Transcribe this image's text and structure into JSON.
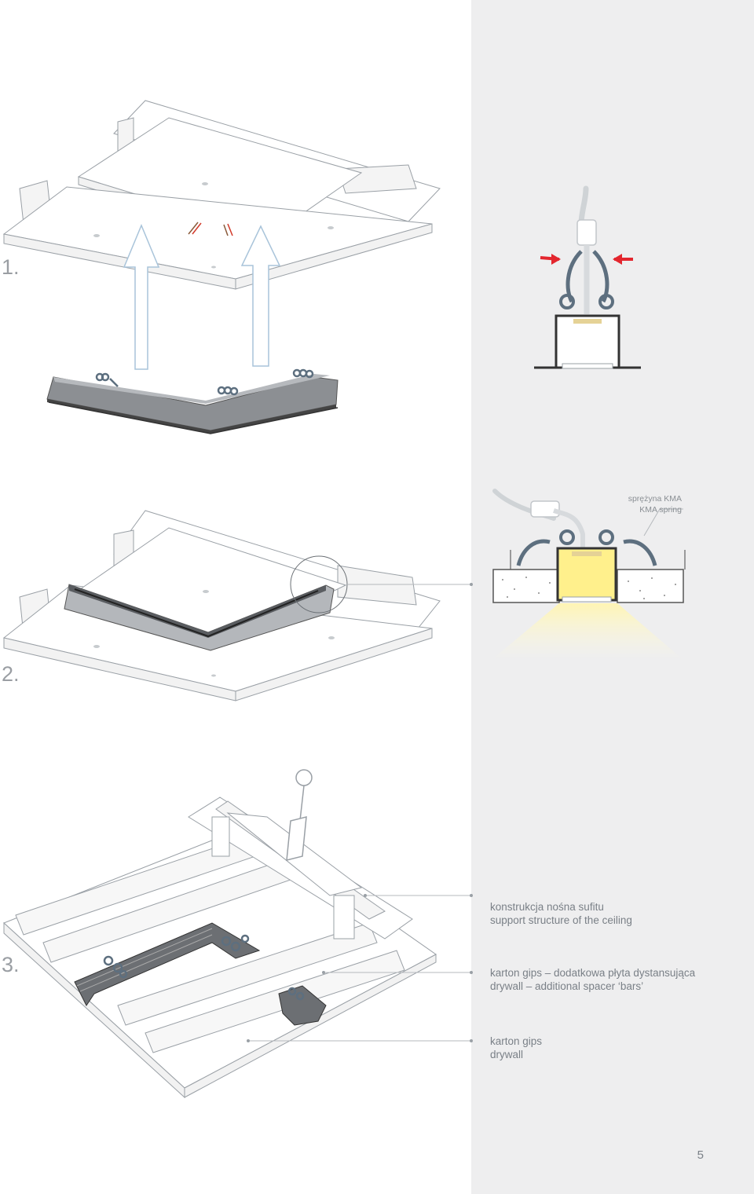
{
  "steps": [
    {
      "number": "1."
    },
    {
      "number": "2."
    },
    {
      "number": "3."
    }
  ],
  "callouts": {
    "spring": {
      "pl": "sprężyna KMA",
      "en": "KMA spring"
    },
    "support": {
      "pl": "konstrukcja nośna sufitu",
      "en": "support structure of the ceiling"
    },
    "spacer": {
      "pl": "karton gips – dodatkowa płyta dystansująca",
      "en": "drywall – additional spacer ‘bars’"
    },
    "drywall": {
      "pl": "karton gips",
      "en": "drywall"
    }
  },
  "page_number": "5",
  "colors": {
    "panel": "#eeeeef",
    "profile": "#8c8f93",
    "spring": "#5d6f7f",
    "arrow_red": "#e3262e",
    "light": "#fff2a3"
  }
}
